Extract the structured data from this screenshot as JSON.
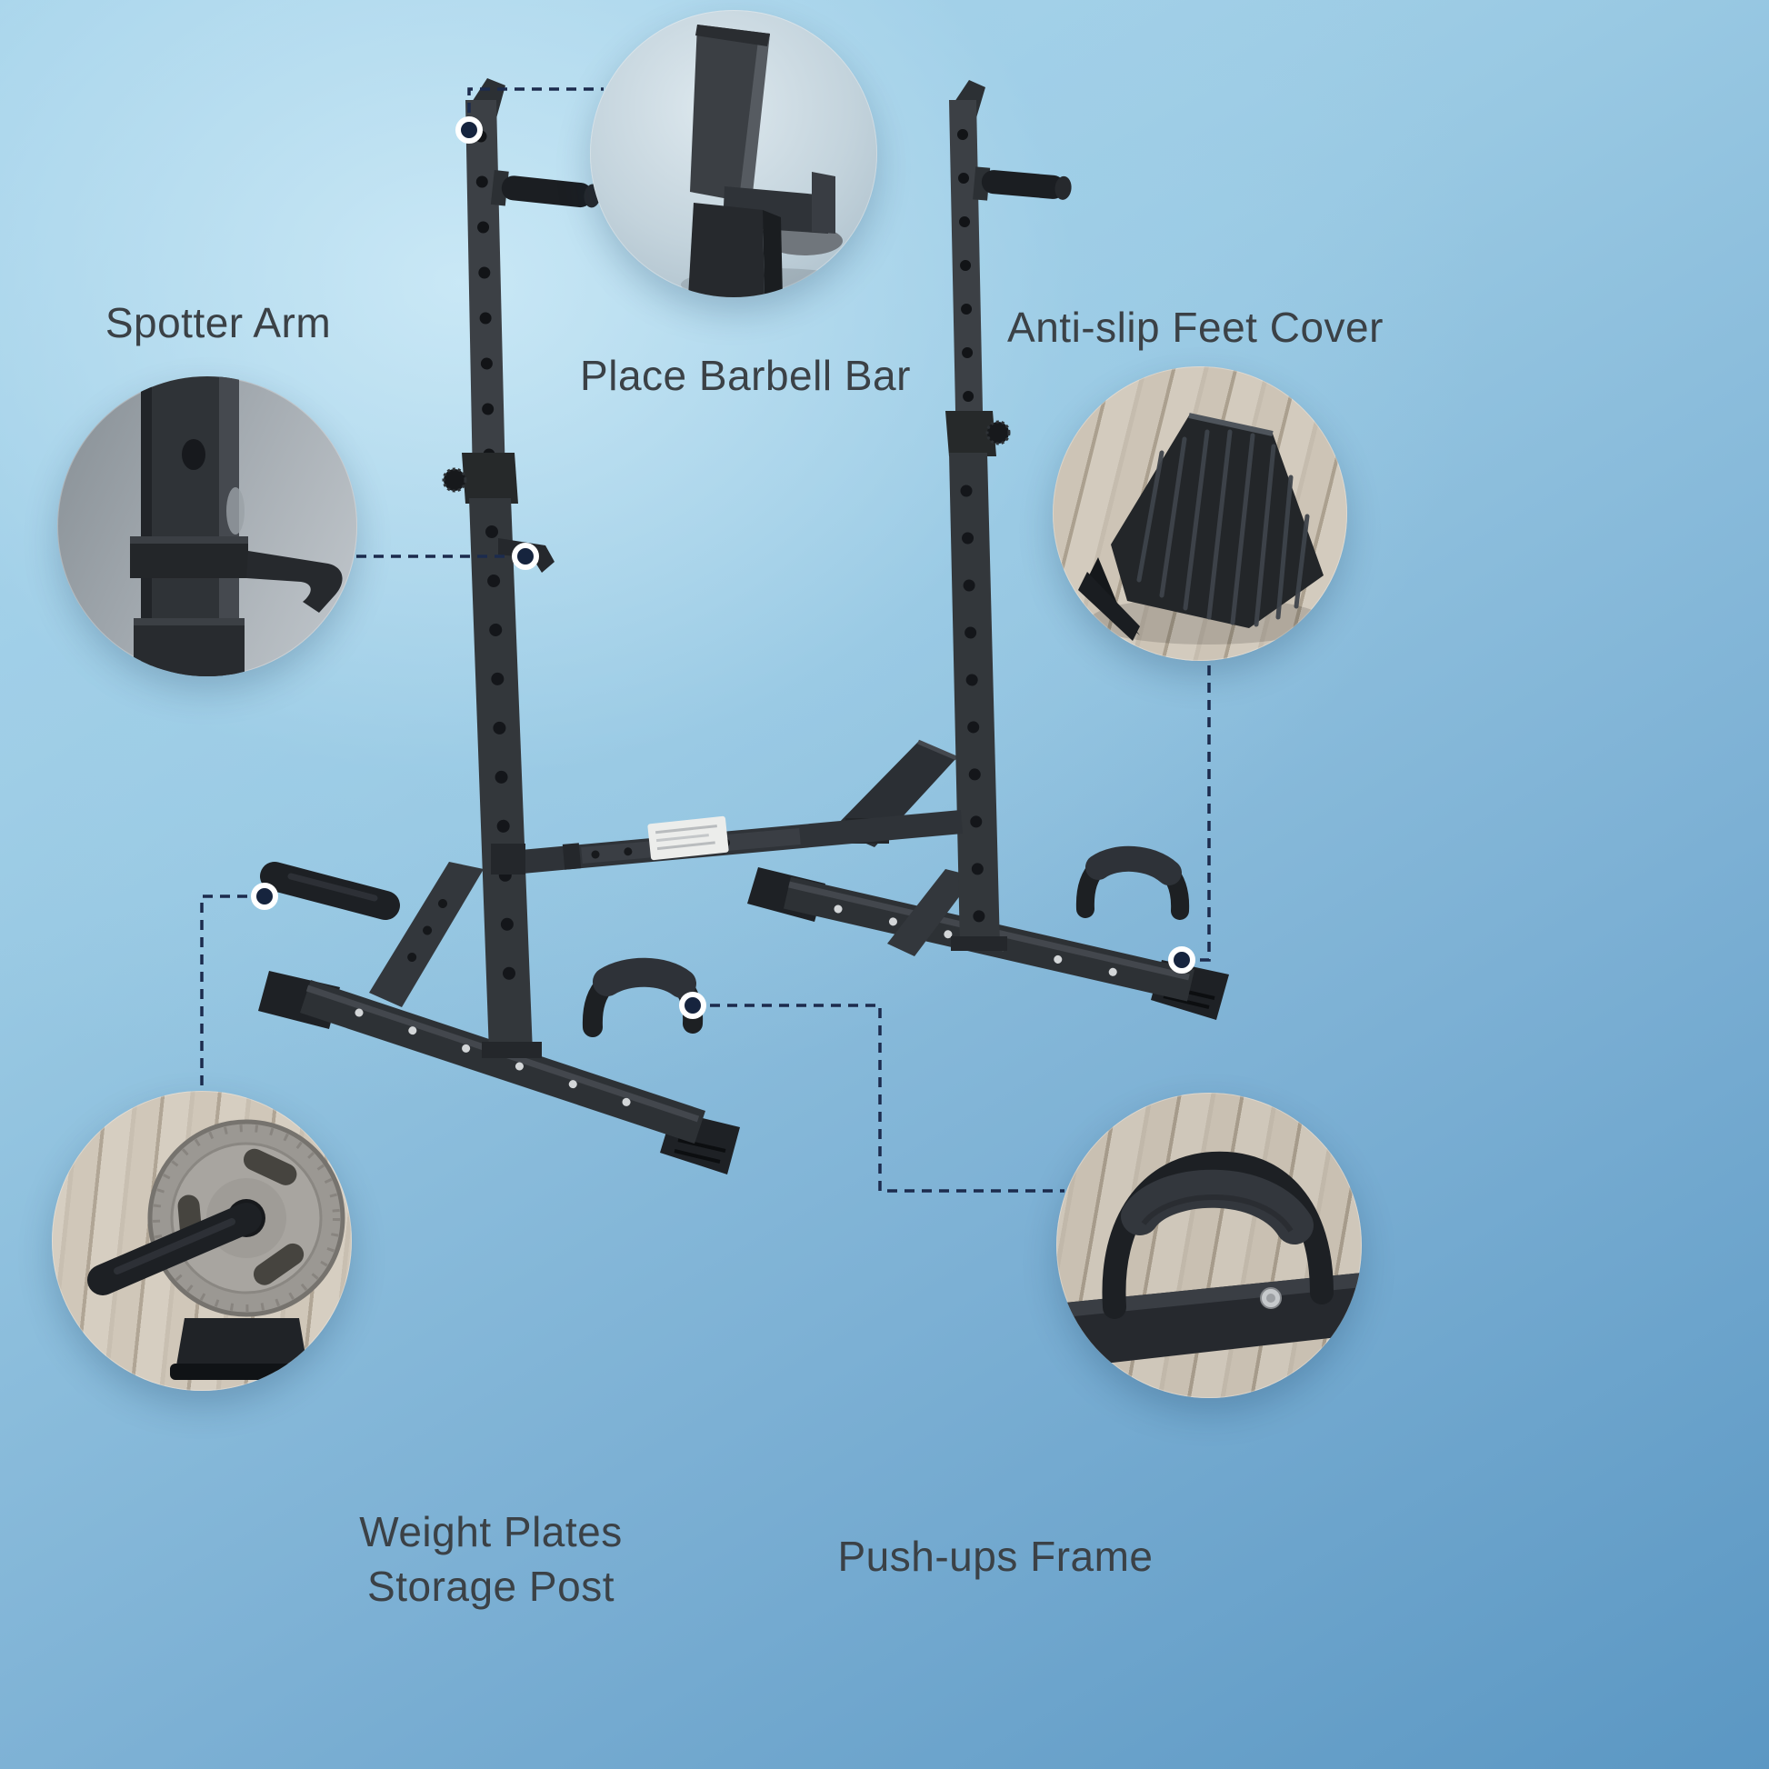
{
  "scene": {
    "type": "product-feature-infographic",
    "subject": "adjustable barbell squat rack stand"
  },
  "style": {
    "background_top": "#b4ddf0",
    "background_bottom": "#5b97c3",
    "leader_line_color": "#1c2b4d",
    "anchor_dot_color": "#16243e",
    "anchor_dot_ring": "#ffffff",
    "label_color": "#3b4146",
    "rack_color": "#2f3337",
    "foam_color": "#1c1f23"
  },
  "callouts": {
    "place_barbell_bar": {
      "label": "Place Barbell Bar"
    },
    "spotter_arm": {
      "label": "Spotter Arm"
    },
    "anti_slip_feet_cover": {
      "label": "Anti-slip Feet Cover"
    },
    "weight_plates_storage_post": {
      "label_line1": "Weight Plates",
      "label_line2": "Storage Post"
    },
    "push_ups_frame": {
      "label": "Push-ups Frame"
    }
  }
}
